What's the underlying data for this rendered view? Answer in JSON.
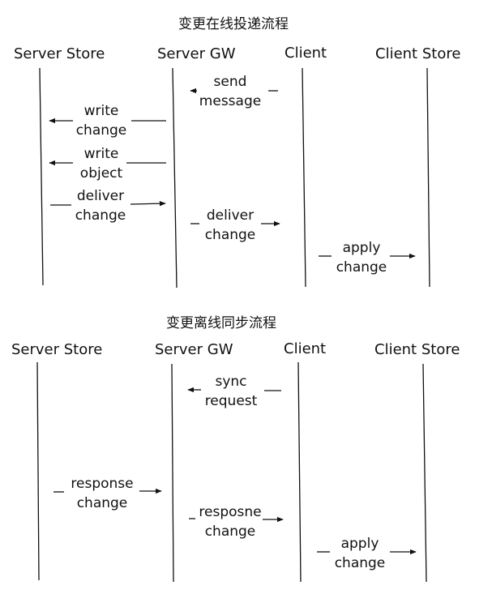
{
  "colors": {
    "line": "#111111",
    "text": "#111111",
    "background": "#ffffff"
  },
  "diagrams": [
    {
      "title": "变更在线投递流程",
      "actors": [
        "Server Store",
        "Server GW",
        "Client",
        "Client Store"
      ],
      "messages": [
        {
          "label": "send\nmessage",
          "from": "Client",
          "to": "Server GW"
        },
        {
          "label": "write\nchange",
          "from": "Server GW",
          "to": "Server Store"
        },
        {
          "label": "write\nobject",
          "from": "Server GW",
          "to": "Server Store"
        },
        {
          "label": "deliver\nchange",
          "from": "Server Store",
          "to": "Server GW"
        },
        {
          "label": "deliver\nchange",
          "from": "Server GW",
          "to": "Client"
        },
        {
          "label": "apply\nchange",
          "from": "Client",
          "to": "Client Store"
        }
      ]
    },
    {
      "title": "变更离线同步流程",
      "actors": [
        "Server Store",
        "Server GW",
        "Client",
        "Client Store"
      ],
      "messages": [
        {
          "label": "sync\nrequest",
          "from": "Client",
          "to": "Server GW"
        },
        {
          "label": "response\nchange",
          "from": "Server Store",
          "to": "Server GW"
        },
        {
          "label": "resposne\nchange",
          "from": "Server GW",
          "to": "Client"
        },
        {
          "label": "apply\nchange",
          "from": "Client",
          "to": "Client Store"
        }
      ]
    }
  ]
}
